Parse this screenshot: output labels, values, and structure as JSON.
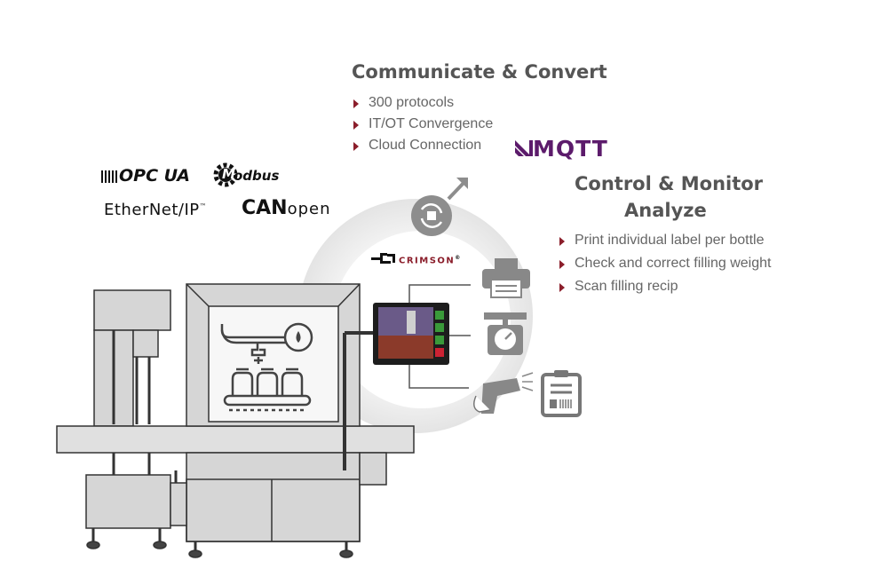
{
  "communicate": {
    "title": "Communicate & Convert",
    "items": [
      "300 protocols",
      "IT/OT Convergence",
      "Cloud Connection"
    ]
  },
  "control": {
    "title_line1": "Control & Monitor",
    "title_line2": "Analyze",
    "items": [
      "Print individual label per bottle",
      "Check and correct filling weight",
      "Scan filling recip"
    ]
  },
  "protocols": {
    "opcua": "OPC UA",
    "modbus_m": "M",
    "modbus_rest": "odbus",
    "ethernetip": "EtherNet/IP",
    "ethernetip_tm": "™",
    "canopen_can": "CAN",
    "canopen_open": "open",
    "mqtt": "MQTT"
  },
  "brand": {
    "crimson": "CRIMSON",
    "crimson_mark": "®"
  },
  "colors": {
    "accent": "#8b1e2b",
    "mqtt": "#5c1b6b",
    "gray": "#8a8a8a",
    "machine": "#d4d4d4"
  },
  "icons": [
    "sync-arrow-icon",
    "printer-icon",
    "scale-icon",
    "barcode-scanner-icon",
    "clipboard-barcode-icon",
    "drop-icon"
  ]
}
